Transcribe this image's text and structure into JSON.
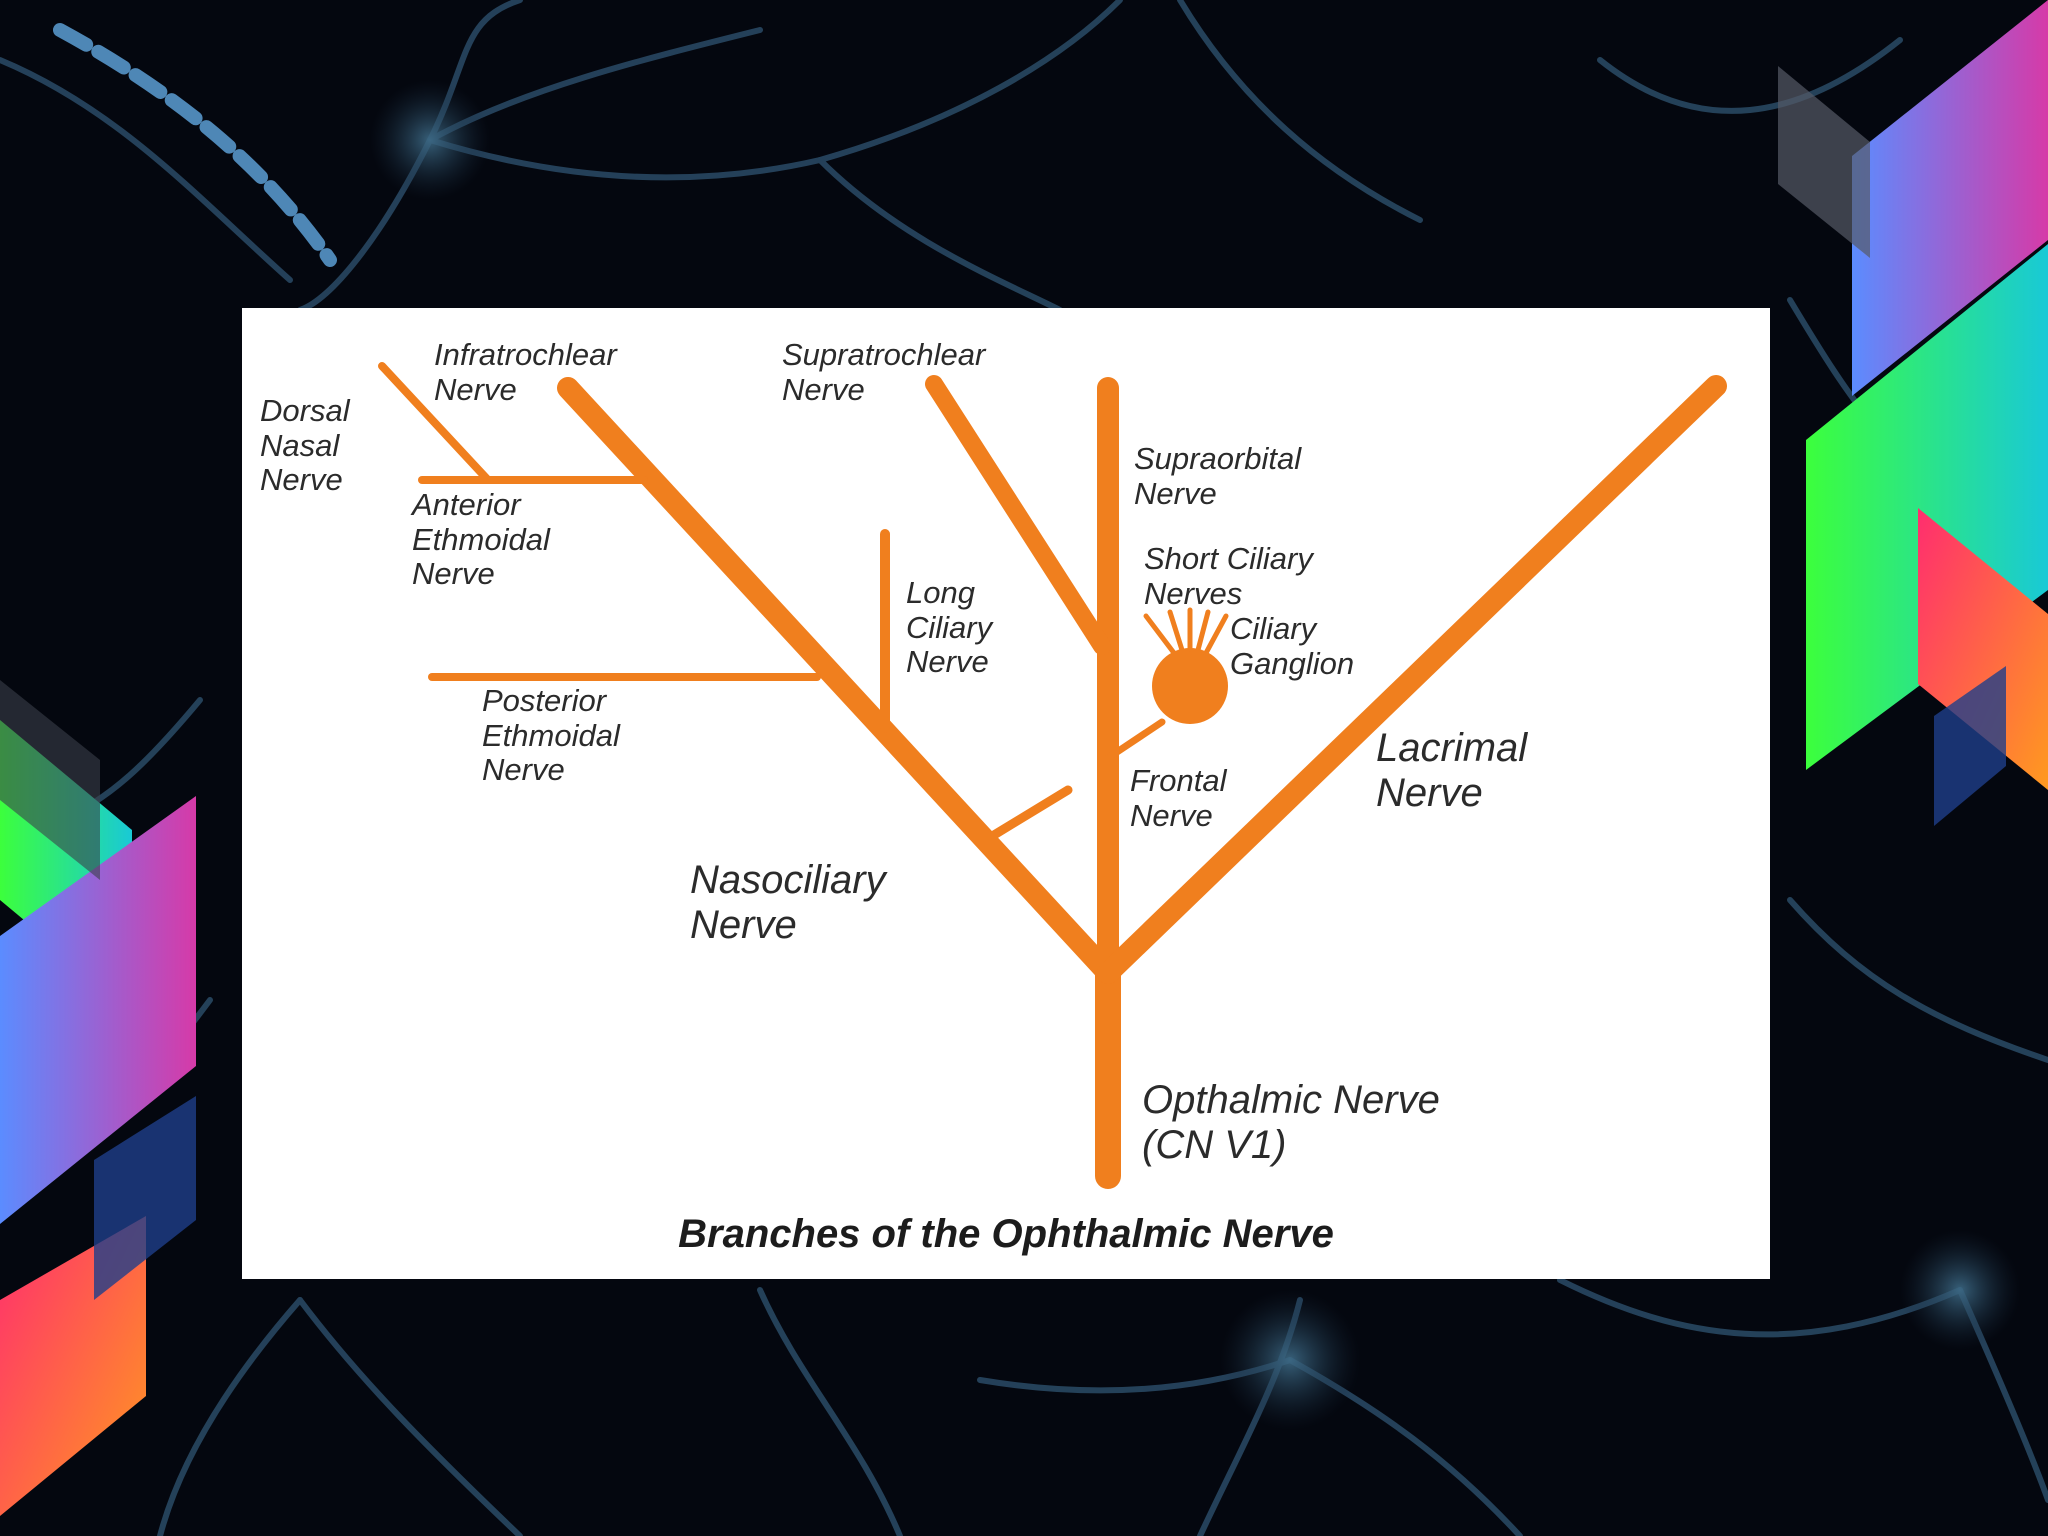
{
  "colors": {
    "background": "#04070f",
    "nerve": "#f07f1e",
    "text": "#2b2b2b"
  },
  "diagram": {
    "caption": "Branches of the Ophthalmic Nerve",
    "labels": {
      "dorsal_nasal": [
        "Dorsal",
        "Nasal",
        "Nerve"
      ],
      "infratrochlear": [
        "Infratrochlear",
        "Nerve"
      ],
      "anterior_ethmoidal": [
        "Anterior",
        "Ethmoidal",
        "Nerve"
      ],
      "posterior_ethmoidal": [
        "Posterior",
        "Ethmoidal",
        "Nerve"
      ],
      "long_ciliary": [
        "Long",
        "Ciliary",
        "Nerve"
      ],
      "supratrochlear": [
        "Supratrochlear",
        "Nerve"
      ],
      "supraorbital": [
        "Supraorbital",
        "Nerve"
      ],
      "short_ciliary": [
        "Short Ciliary",
        "Nerves"
      ],
      "ciliary_ganglion": [
        "Ciliary",
        "Ganglion"
      ],
      "frontal": [
        "Frontal",
        "Nerve"
      ],
      "lacrimal": [
        "Lacrimal",
        "Nerve"
      ],
      "nasociliary": [
        "Nasociliary",
        "Nerve"
      ],
      "ophthalmic": [
        "Opthalmic Nerve",
        "(CN V1)"
      ]
    }
  }
}
